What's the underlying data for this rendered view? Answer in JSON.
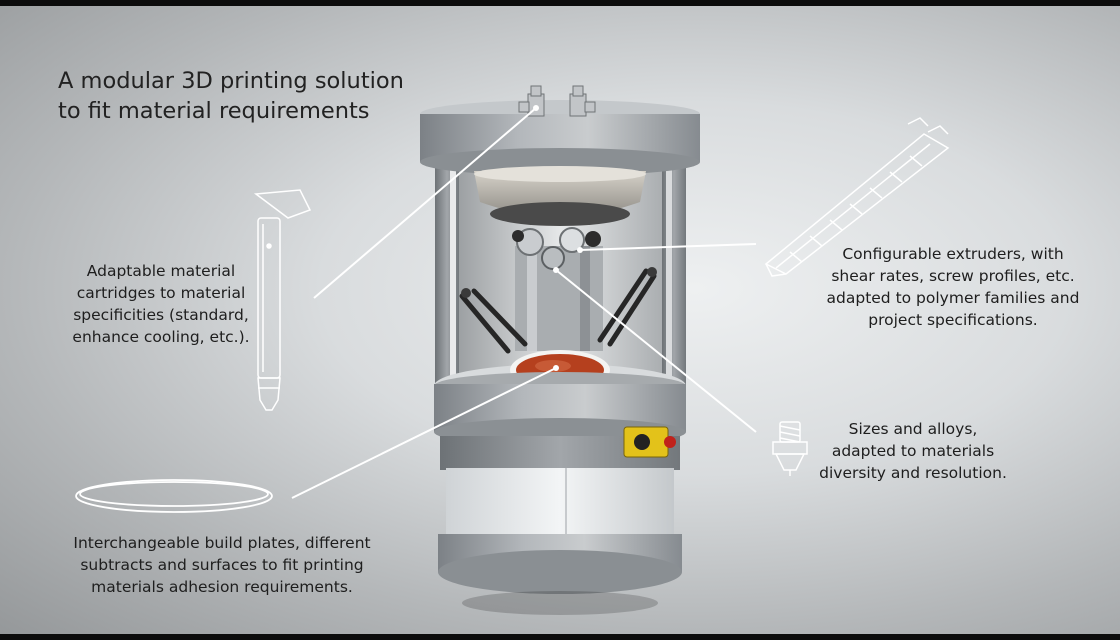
{
  "title": {
    "line1": "A modular 3D printing solution",
    "line2": "to fit material requirements"
  },
  "annotations": {
    "cartridges": [
      "Adaptable material",
      "cartridges to material",
      "specificities (standard,",
      "enhance cooling, etc.)."
    ],
    "extruders": [
      "Configurable extruders, with",
      "shear rates, screw profiles, etc.",
      "adapted to polymer families and",
      "project specifications."
    ],
    "nozzles": [
      "Sizes and alloys,",
      "adapted to materials",
      "diversity and resolution."
    ],
    "build_plates": [
      "Interchangeable build plates, different",
      "subtracts and surfaces to fit printing",
      "materials adhesion requirements."
    ]
  },
  "colors": {
    "background": "#d9dcde",
    "printer_frame": "#9ea3a7",
    "build_plate": "#b5401e",
    "callout_line": "#ffffff",
    "emergency_stop_base": "#e3c21a",
    "emergency_stop_button": "#c0221b"
  },
  "icons": [
    "cartridge-icon",
    "extruder-icon",
    "nozzle-icon",
    "build-plate-ring-icon",
    "emergency-stop-icon"
  ]
}
